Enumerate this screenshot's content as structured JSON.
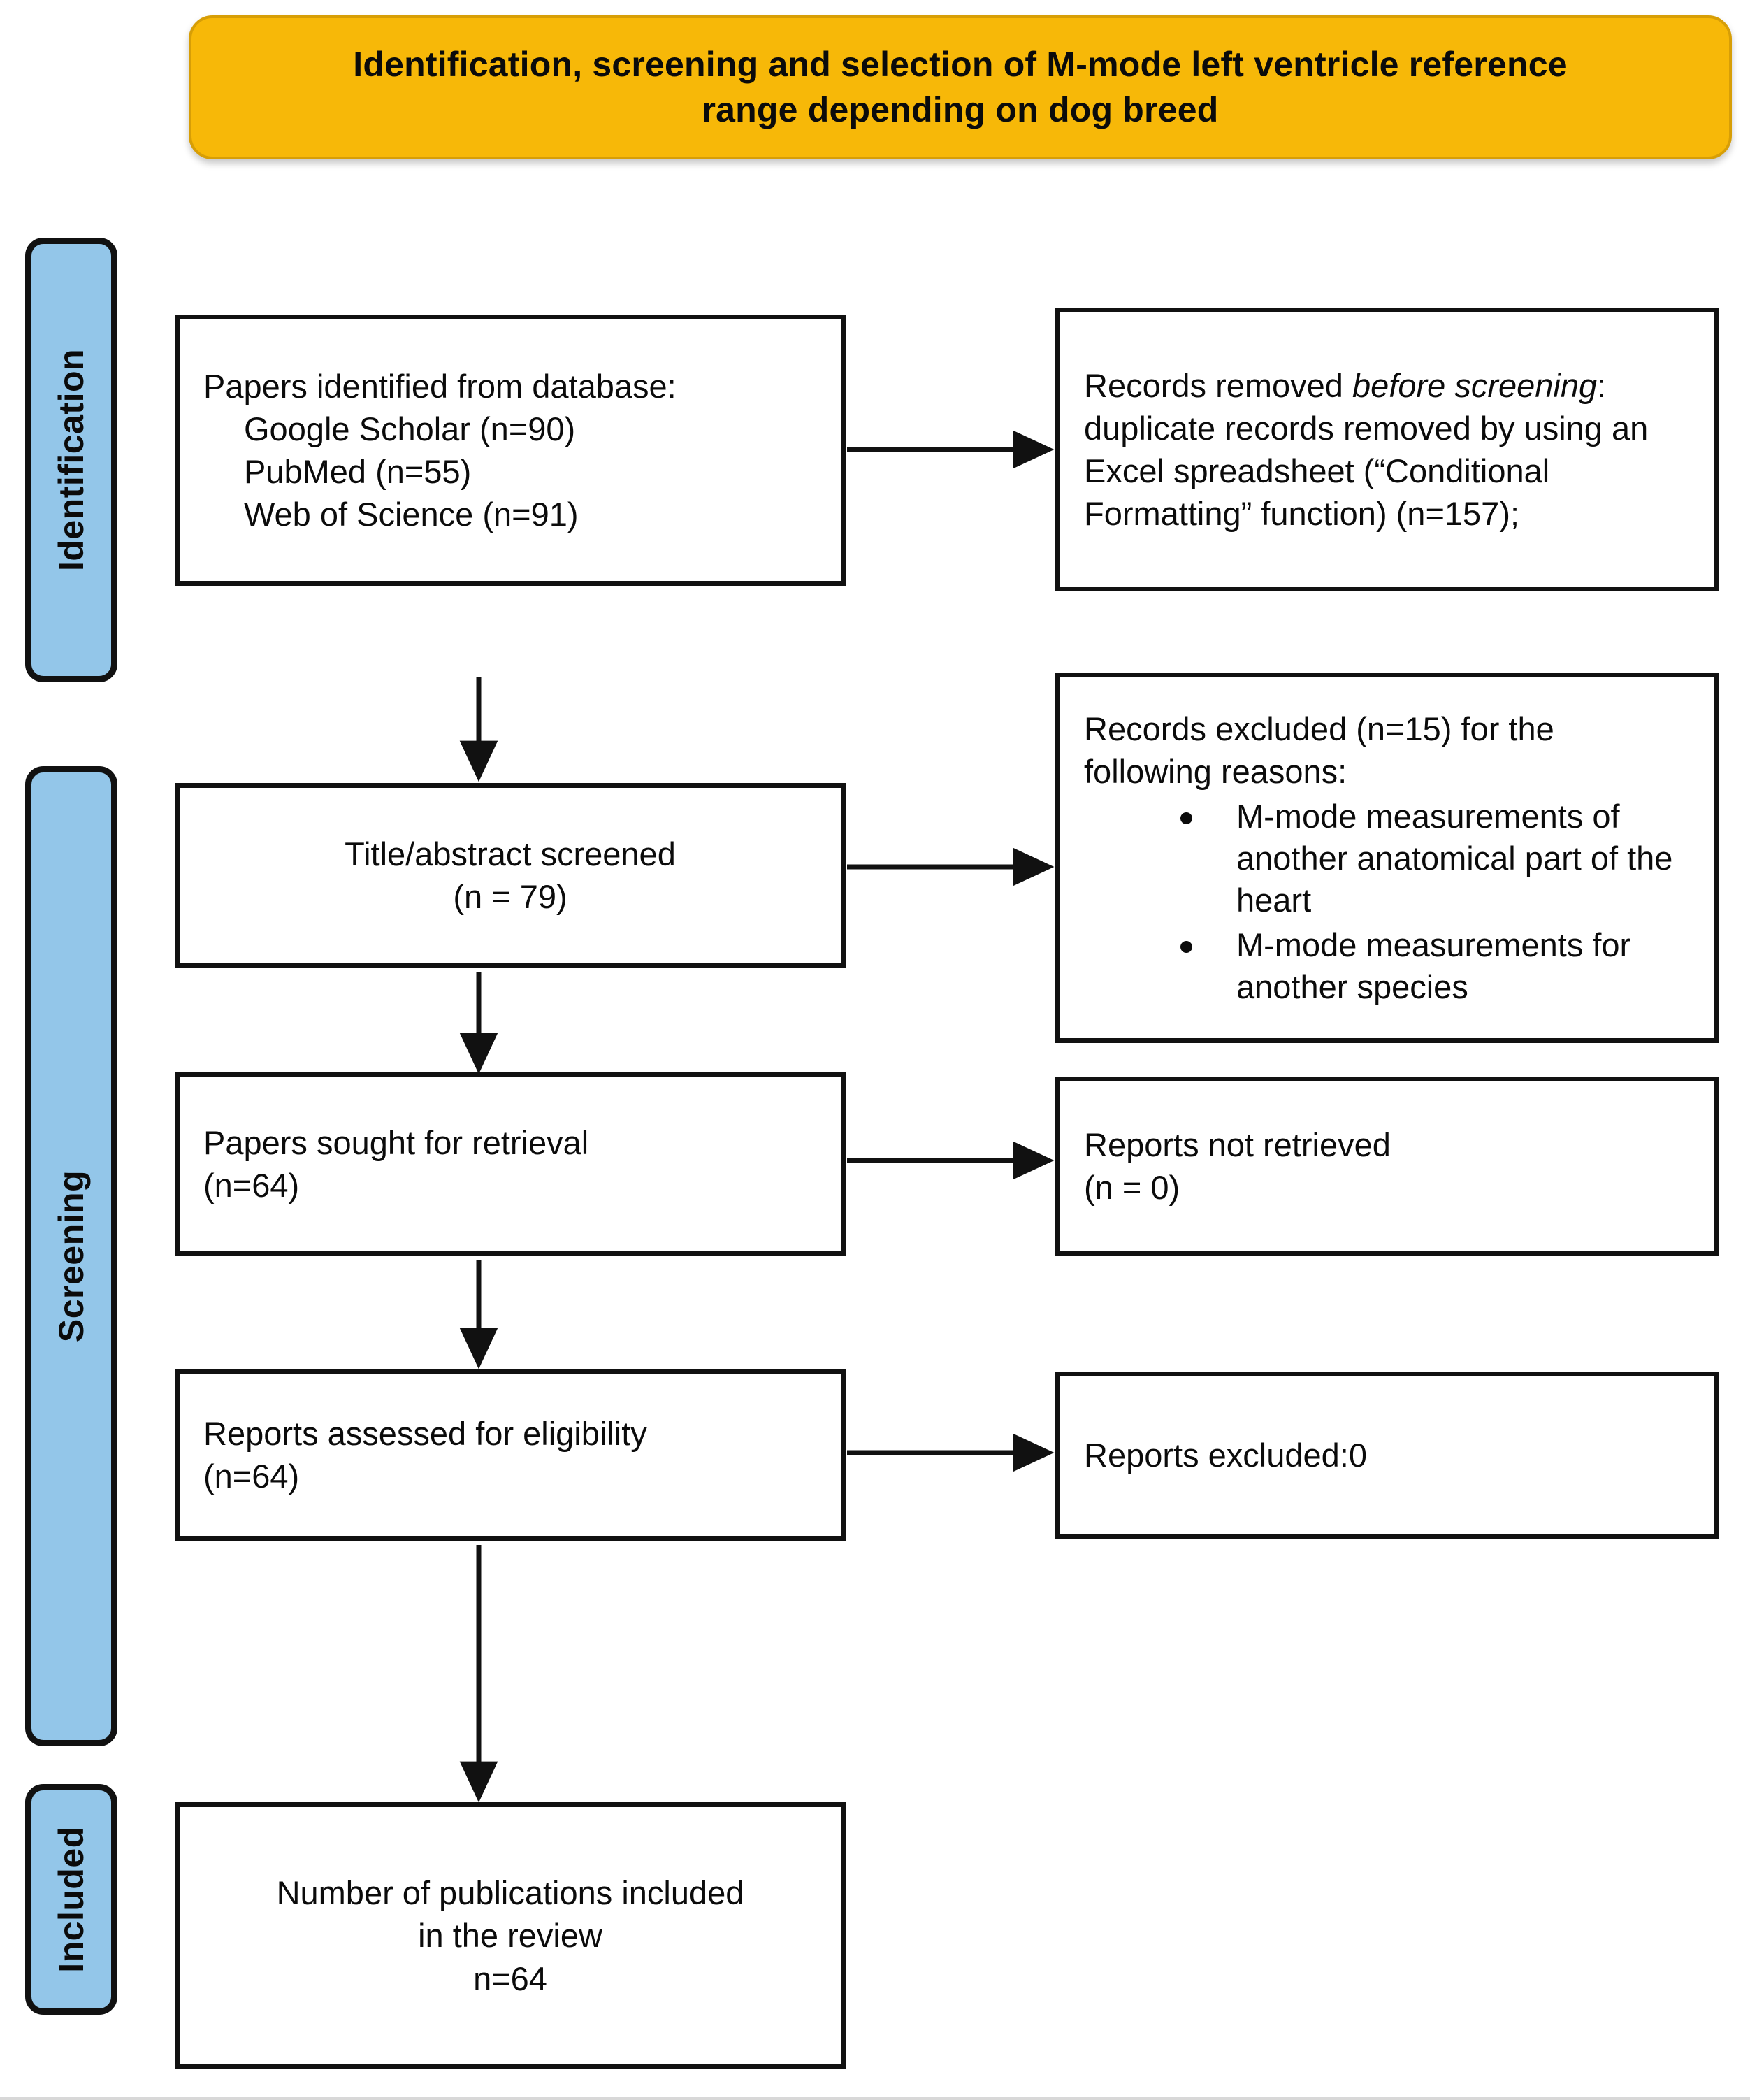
{
  "banner": {
    "title_line1": "Identification, screening and selection of M-mode left ventricle reference",
    "title_line2": "range depending on dog breed",
    "background_color": "#F7B808",
    "border_color": "#D79E06"
  },
  "stages": {
    "accent_color": "#93C6E9",
    "items": [
      {
        "id": "identification",
        "label": "Identification"
      },
      {
        "id": "screening",
        "label": "Screening"
      },
      {
        "id": "included",
        "label": "Included"
      }
    ]
  },
  "boxes": {
    "identified": {
      "line1": "Papers identified from database:",
      "line2": "Google Scholar (n=90)",
      "line3": "PubMed (n=55)",
      "line4": "Web of Science (n=91)"
    },
    "removed": {
      "lead": "Records removed ",
      "italic1": "before",
      "italic2": "screening",
      "rest": ": duplicate records removed by using an Excel spreadsheet (“Conditional Formatting” function) (n=157);"
    },
    "screened": {
      "line1": "Title/abstract screened",
      "line2": "(n = 79)"
    },
    "excluded_reasons": {
      "line1": "Records excluded (n=15) for the",
      "line2": "following reasons:",
      "bullets": [
        "M-mode measurements of another anatomical part of the heart",
        "M-mode measurements for another species"
      ]
    },
    "sought": {
      "line1": "Papers sought for retrieval",
      "line2": "(n=64)"
    },
    "not_retrieved": {
      "line1": "Reports not retrieved",
      "line2": "(n = 0)"
    },
    "eligibility": {
      "line1": "Reports assessed for eligibility",
      "line2": "(n=64)"
    },
    "excluded_zero": {
      "line1": "Reports excluded:0"
    },
    "included": {
      "line1": "Number of publications included",
      "line2": "in the review",
      "line3": "n=64"
    }
  },
  "chart_data": {
    "type": "diagram",
    "title": "Identification, screening and selection of M-mode left ventricle reference range depending on dog breed",
    "diagram_kind": "PRISMA flow diagram",
    "stages": [
      "Identification",
      "Screening",
      "Included"
    ],
    "nodes": [
      {
        "id": "identified",
        "stage": "Identification",
        "column": "left",
        "counts": {
          "Google Scholar": 90,
          "PubMed": 55,
          "Web of Science": 91
        }
      },
      {
        "id": "removed",
        "stage": "Identification",
        "column": "right",
        "counts": {
          "duplicates_removed": 157
        }
      },
      {
        "id": "screened",
        "stage": "Screening",
        "column": "left",
        "counts": {
          "n": 79
        }
      },
      {
        "id": "excluded_reasons",
        "stage": "Screening",
        "column": "right",
        "counts": {
          "n": 15
        }
      },
      {
        "id": "sought",
        "stage": "Screening",
        "column": "left",
        "counts": {
          "n": 64
        }
      },
      {
        "id": "not_retrieved",
        "stage": "Screening",
        "column": "right",
        "counts": {
          "n": 0
        }
      },
      {
        "id": "eligibility",
        "stage": "Screening",
        "column": "left",
        "counts": {
          "n": 64
        }
      },
      {
        "id": "excluded_zero",
        "stage": "Screening",
        "column": "right",
        "counts": {
          "n": 0
        }
      },
      {
        "id": "included",
        "stage": "Included",
        "column": "left",
        "counts": {
          "n": 64
        }
      }
    ],
    "edges": [
      {
        "from": "identified",
        "to": "removed",
        "direction": "right"
      },
      {
        "from": "identified",
        "to": "screened",
        "direction": "down"
      },
      {
        "from": "screened",
        "to": "excluded_reasons",
        "direction": "right"
      },
      {
        "from": "screened",
        "to": "sought",
        "direction": "down"
      },
      {
        "from": "sought",
        "to": "not_retrieved",
        "direction": "right"
      },
      {
        "from": "sought",
        "to": "eligibility",
        "direction": "down"
      },
      {
        "from": "eligibility",
        "to": "excluded_zero",
        "direction": "right"
      },
      {
        "from": "eligibility",
        "to": "included",
        "direction": "down"
      }
    ]
  }
}
